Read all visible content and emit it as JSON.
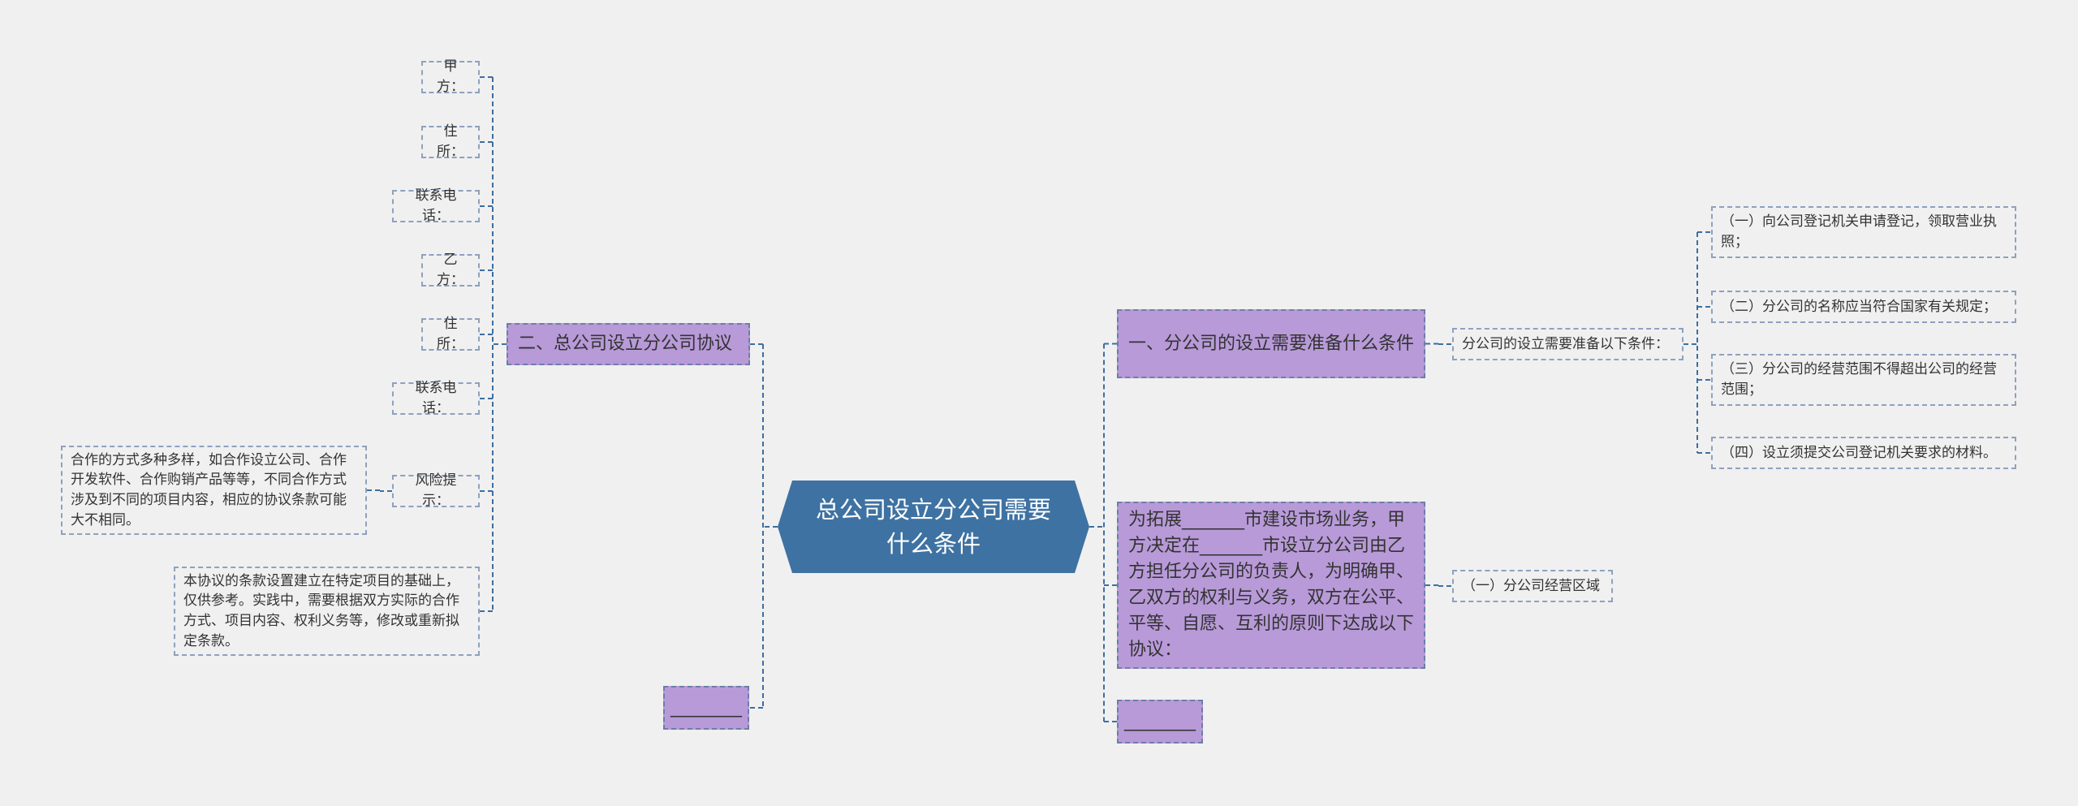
{
  "root": {
    "label": "总公司设立分公司需要什么条件"
  },
  "left": {
    "branch_title": "二、总公司设立分公司协议",
    "items": [
      "甲方：",
      "住所：",
      "联系电话：",
      "乙方：",
      "住所：",
      "联系电话：",
      "风险提示："
    ],
    "risk_note": "合作的方式多种多样，如合作设立公司、合作开发软件、合作购销产品等等，不同合作方式涉及到不同的项目内容，相应的协议条款可能大不相同。",
    "disclaimer": "本协议的条款设置建立在特定项目的基础上，仅供参考。实践中，需要根据双方实际的合作方式、项目内容、权利义务等，修改或重新拟定条款。",
    "blank": "________"
  },
  "right": {
    "branch1_title": "一、分公司的设立需要准备什么条件",
    "branch1_sub": "分公司的设立需要准备以下条件：",
    "conditions": [
      "（一）向公司登记机关申请登记，领取营业执照；",
      "（二）分公司的名称应当符合国家有关规定；",
      "（三）分公司的经营范围不得超出公司的经营范围；",
      "（四）设立须提交公司登记机关要求的材料。"
    ],
    "branch2_text": "为拓展_______市建设市场业务，甲方决定在_______市设立分公司由乙方担任分公司的负责人，为明确甲、乙双方的权利与义务，双方在公平、平等、自愿、互利的原则下达成以下协议：",
    "branch2_sub": "（一）分公司经营区域",
    "blank": "________"
  },
  "colors": {
    "edge": "#3e6ea0",
    "root": "#3e72a2",
    "branch": "#b89ad8"
  }
}
